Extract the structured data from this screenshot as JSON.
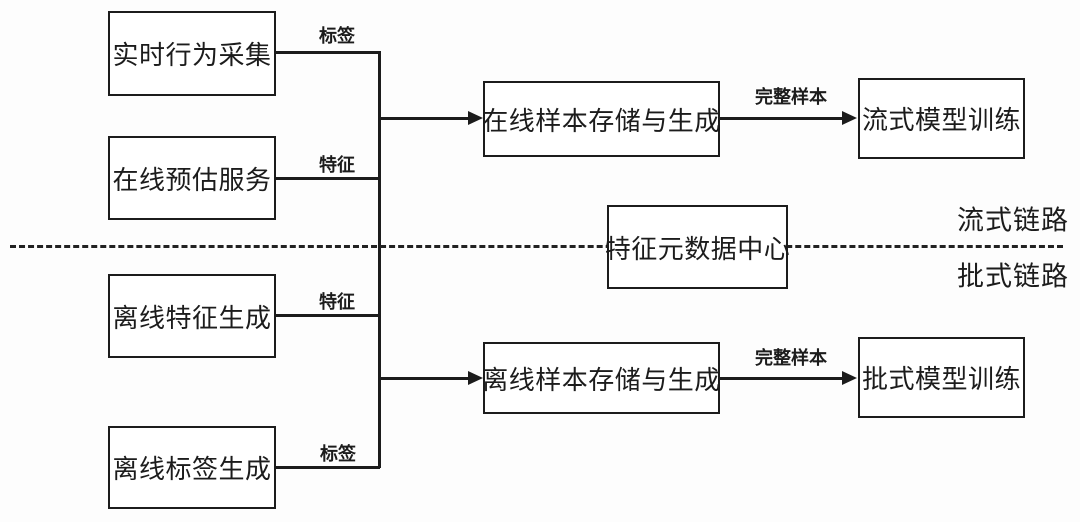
{
  "diagram": {
    "title": "sample-generation-pipeline-flowchart",
    "colors": {
      "background": "#fdfdfd",
      "node_fill": "#ffffff",
      "line": "#1c1c1c"
    },
    "nodes": {
      "realtime_behavior_collection": "实时行为采集",
      "online_prediction_service": "在线预估服务",
      "offline_feature_generation": "离线特征生成",
      "offline_label_generation": "离线标签生成",
      "online_sample_storage_generation": "在线样本存储与生成",
      "feature_metadata_center": "特征元数据中心",
      "streaming_model_training": "流式模型训练",
      "offline_sample_storage_generation": "离线样本存储与生成",
      "batch_model_training": "批式模型训练"
    },
    "edge_labels": {
      "label_top": "标签",
      "feature_online": "特征",
      "feature_offline": "特征",
      "label_bottom": "标签",
      "complete_sample_streaming": "完整样本",
      "complete_sample_batch": "完整样本"
    },
    "region_labels": {
      "streaming_link": "流式链路",
      "batch_link": "批式链路"
    }
  }
}
